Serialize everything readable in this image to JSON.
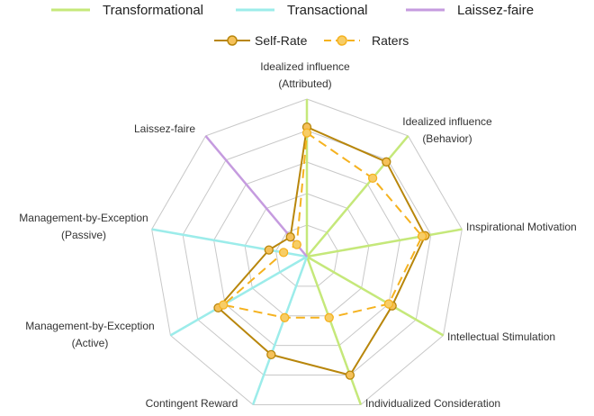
{
  "chart_data": {
    "type": "radar",
    "axes": [
      {
        "label": [
          "Idealized influence",
          "(Attributed)"
        ],
        "group": "Transformational"
      },
      {
        "label": [
          "Idealized influence",
          "(Behavior)"
        ],
        "group": "Transformational"
      },
      {
        "label": [
          "Inspirational Motivation"
        ],
        "group": "Transformational"
      },
      {
        "label": [
          "Intellectual Stimulation"
        ],
        "group": "Transformational"
      },
      {
        "label": [
          "Individualized Consideration"
        ],
        "group": "Transformational"
      },
      {
        "label": [
          "Contingent Reward"
        ],
        "group": "Transactional"
      },
      {
        "label": [
          "Management-by-Exception",
          "(Active)"
        ],
        "group": "Transactional"
      },
      {
        "label": [
          "Management-by-Exception",
          "(Passive)"
        ],
        "group": "Transactional"
      },
      {
        "label": [
          "Laissez-faire"
        ],
        "group": "Laissez-faire"
      }
    ],
    "range": [
      0,
      4
    ],
    "rings": 5,
    "series": [
      {
        "name": "Self-Rate",
        "values": [
          3.29,
          3.14,
          3.05,
          2.5,
          3.2,
          2.65,
          2.6,
          0.98,
          0.65
        ],
        "color": "#B8860B",
        "dash": false
      },
      {
        "name": "Raters",
        "values": [
          3.14,
          2.6,
          2.97,
          2.4,
          1.65,
          1.65,
          2.45,
          0.6,
          0.4
        ],
        "color": "#F5B21F",
        "dash": true
      }
    ],
    "groups": [
      {
        "name": "Transformational",
        "color": "#C5E87A"
      },
      {
        "name": "Transactional",
        "color": "#9CECEA"
      },
      {
        "name": "Laissez-faire",
        "color": "#C59BDF"
      }
    ]
  }
}
